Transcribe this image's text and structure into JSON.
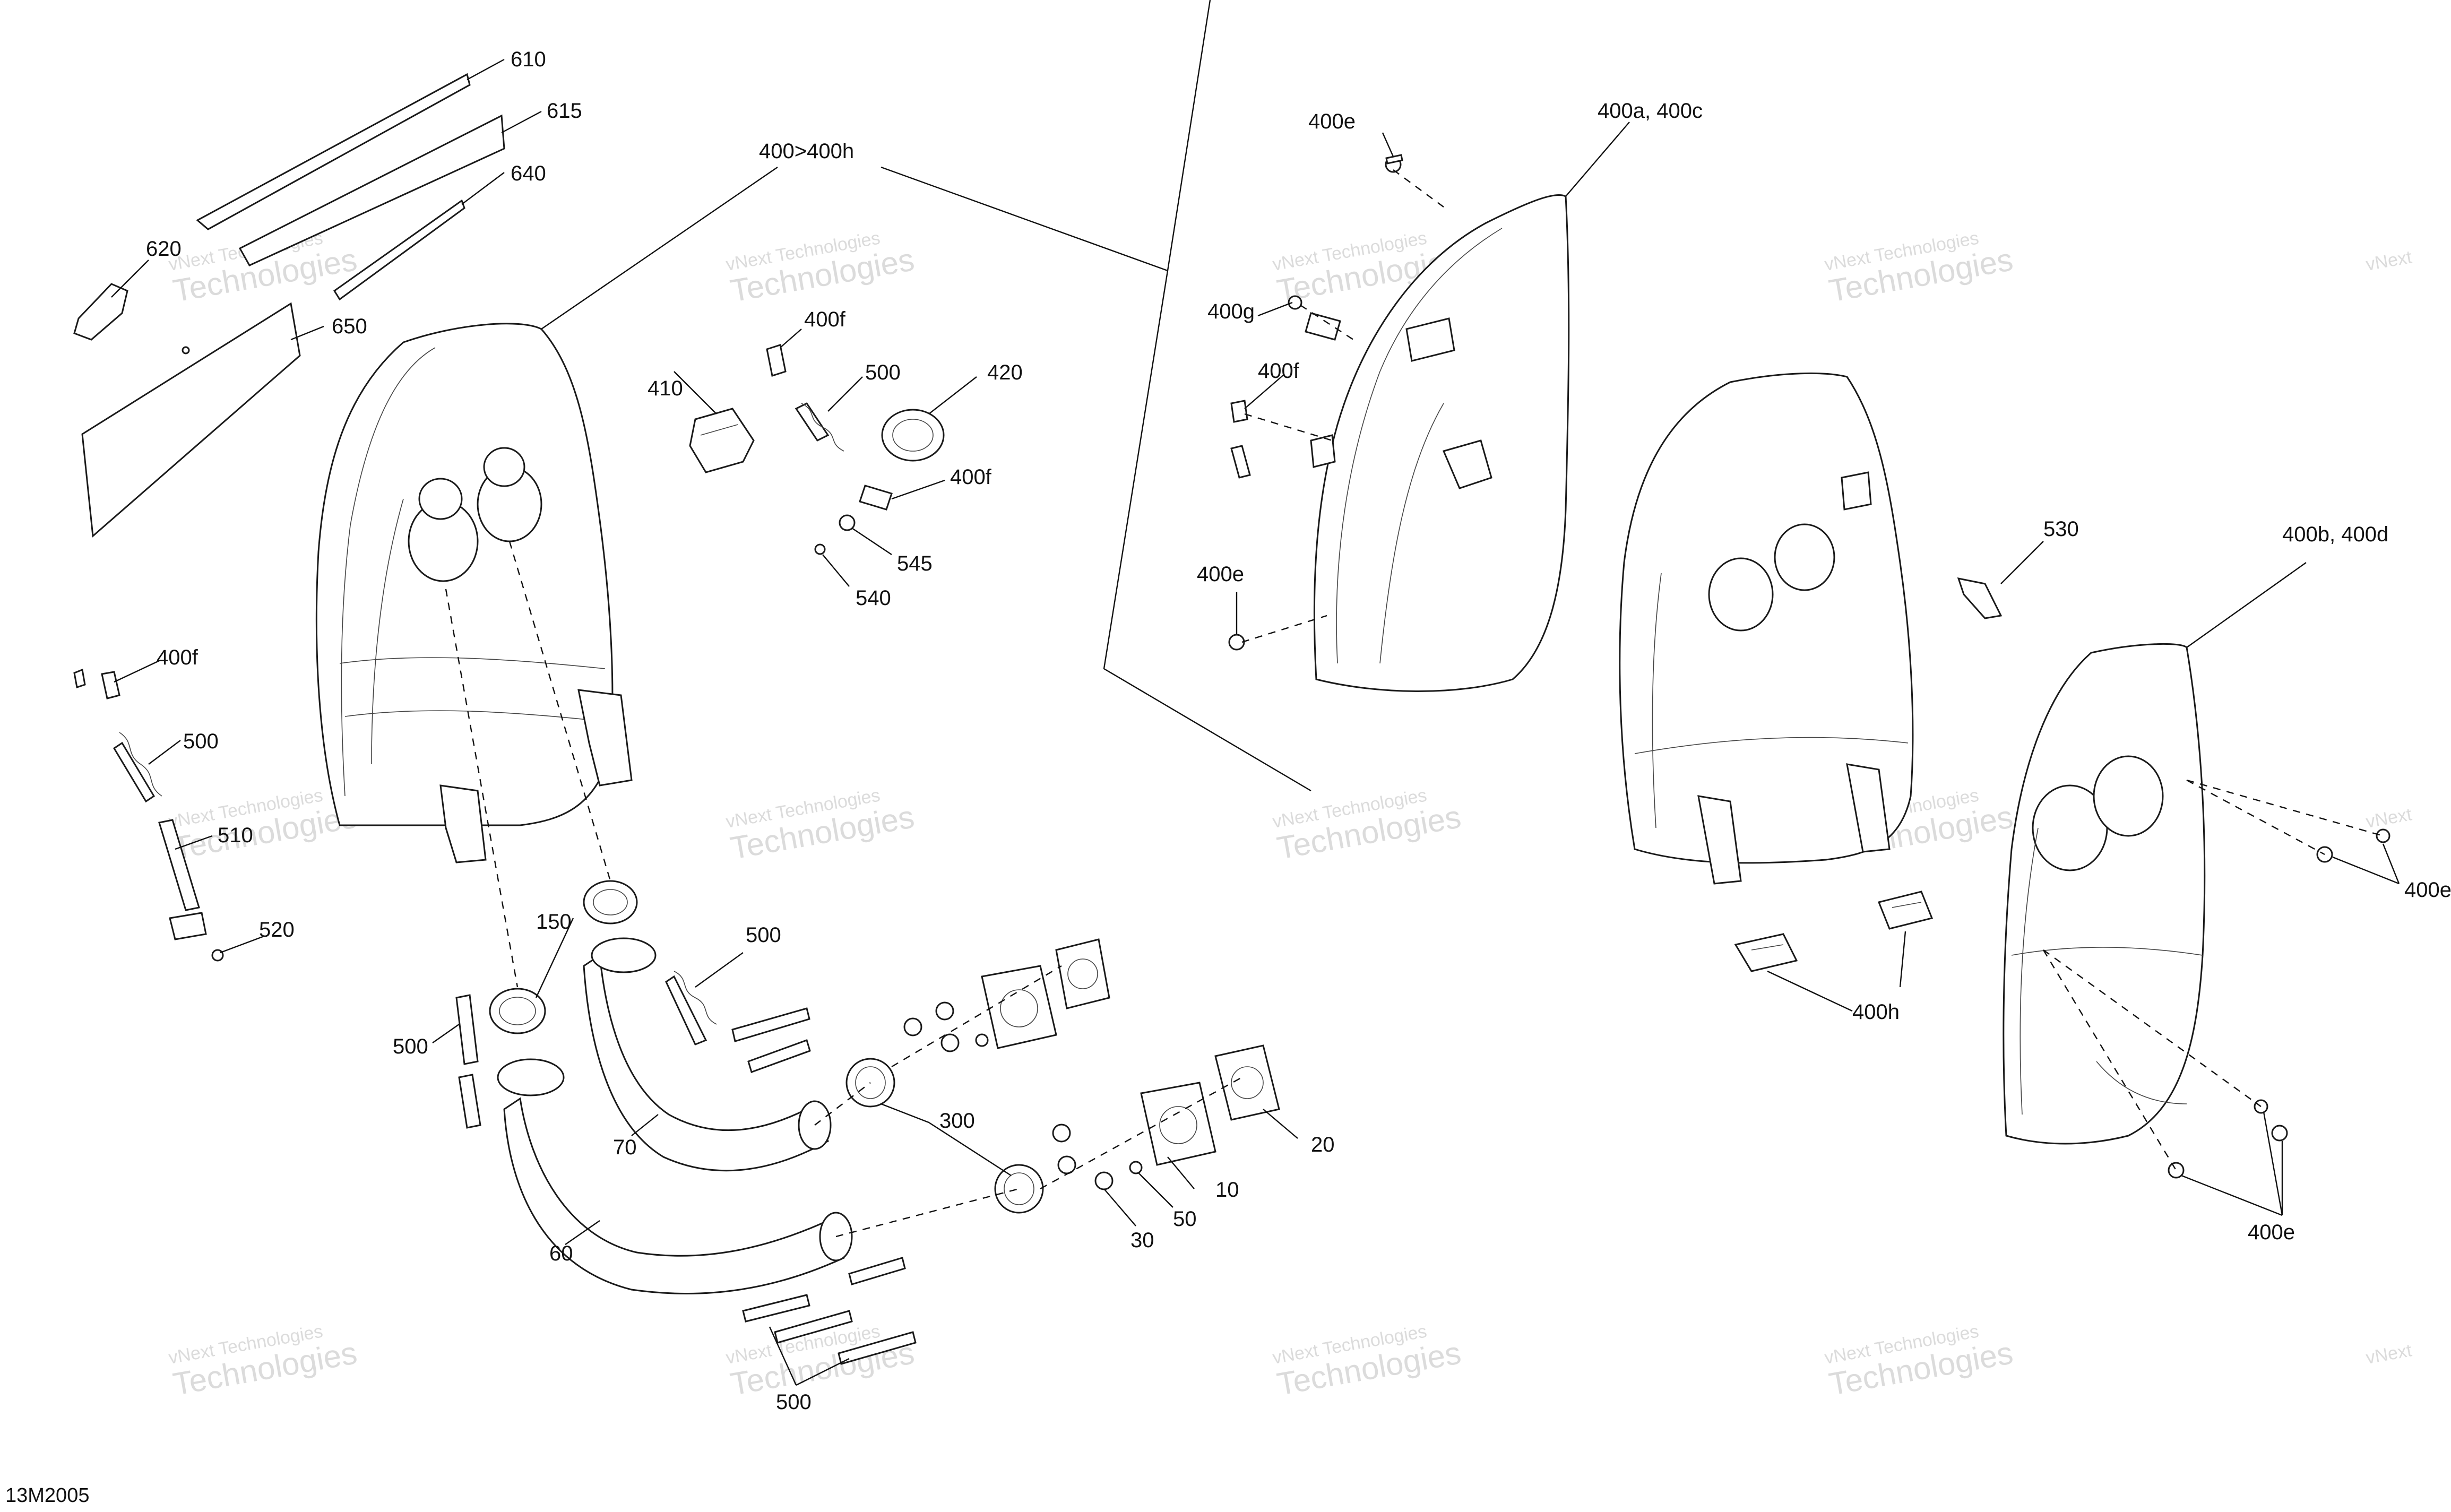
{
  "diagram_code": "13M2005",
  "watermark": {
    "line1": "vNext Technologies",
    "line2": "Technologies",
    "fragment": "vNext"
  },
  "callouts": {
    "c610": "610",
    "c615": "615",
    "c640": "640",
    "c620": "620",
    "c650": "650",
    "c400_400h": "400>400h",
    "c400f_a": "400f",
    "c410": "410",
    "c500_a": "500",
    "c420": "420",
    "c400f_b": "400f",
    "c545": "545",
    "c540": "540",
    "c400f_c": "400f",
    "c500_b": "500",
    "c510": "510",
    "c520": "520",
    "c150": "150",
    "c500_c": "500",
    "c500_d": "500",
    "c70": "70",
    "c60": "60",
    "c300": "300",
    "c10": "10",
    "c20": "20",
    "c30": "30",
    "c50": "50",
    "c500_e": "500",
    "c400e_a": "400e",
    "c400a_400c": "400a, 400c",
    "c400g": "400g",
    "c400f_d": "400f",
    "c400e_b": "400e",
    "c530": "530",
    "c400b_400d": "400b, 400d",
    "c400e_c": "400e",
    "c400h": "400h",
    "c400e_d": "400e"
  }
}
